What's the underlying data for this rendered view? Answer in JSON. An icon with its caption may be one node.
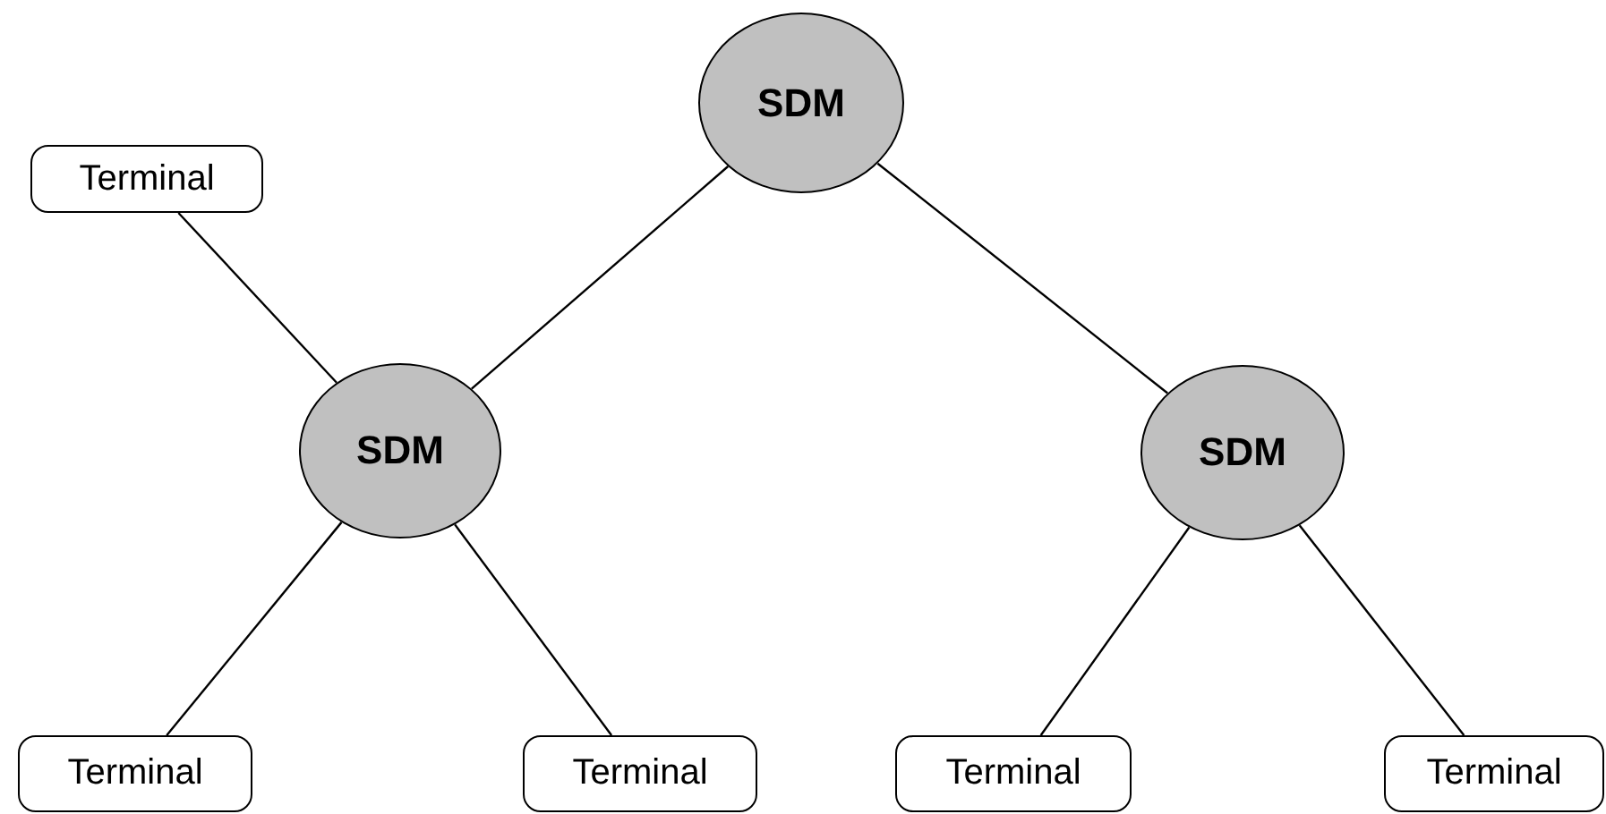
{
  "diagram": {
    "nodes": [
      {
        "text": [
          "SDM"
        ]
      },
      {
        "text": [
          "Terminal"
        ]
      },
      {
        "text": [
          "SDM"
        ]
      },
      {
        "text": [
          "SDM"
        ]
      },
      {
        "text": [
          "Terminal"
        ]
      },
      {
        "text": [
          "Terminal"
        ]
      },
      {
        "text": [
          "Terminal"
        ]
      },
      {
        "text": [
          "Terminal"
        ]
      }
    ],
    "edges": [
      {
        "from": 0,
        "to": 2,
        "arrow": "none"
      },
      {
        "from": 1,
        "to": 2,
        "arrow": "none"
      },
      {
        "from": 0,
        "to": 3,
        "arrow": "none"
      },
      {
        "from": 2,
        "to": 4,
        "arrow": "none"
      },
      {
        "from": 2,
        "to": 5,
        "arrow": "none"
      },
      {
        "from": 3,
        "to": 6,
        "arrow": "none"
      },
      {
        "from": 3,
        "to": 7,
        "arrow": "none"
      }
    ]
  }
}
